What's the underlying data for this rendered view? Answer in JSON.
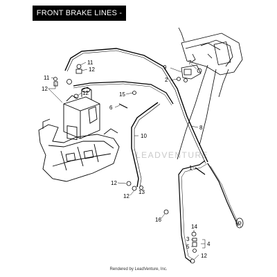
{
  "title": "FRONT BRAKE LINES - ABS",
  "watermark": "LEADVENTURE",
  "footer": "Rendered by LeadVenture, Inc.",
  "callouts": {
    "c11a": "11",
    "c11b": "11",
    "c12a": "12",
    "c12b": "12",
    "c12c": "12",
    "c12d": "12",
    "c12e": "12",
    "c1": "1",
    "c2": "2",
    "c3": "3",
    "c4": "4",
    "c5": "5",
    "c6": "6",
    "c7": "7",
    "c8": "8",
    "c9": "9",
    "c10": "10",
    "c13": "13",
    "c14": "14",
    "c15": "15",
    "c16": "16"
  },
  "colors": {
    "title_bg": "#000000",
    "title_fg": "#ffffff",
    "line": "#000000",
    "watermark": "#c9c9c9"
  }
}
